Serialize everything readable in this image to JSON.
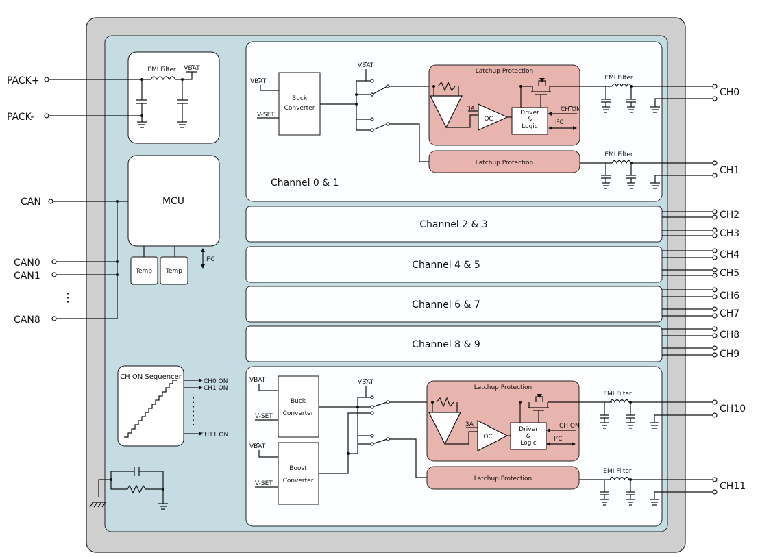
{
  "pins_left": {
    "pack_plus": "PACK+",
    "pack_minus": "PACK-",
    "can": "CAN",
    "can0": "CAN0",
    "can1": "CAN1",
    "can_dots": "⋮",
    "can8": "CAN8"
  },
  "pins_right": [
    "CH0",
    "CH1",
    "CH2",
    "CH3",
    "CH4",
    "CH5",
    "CH6",
    "CH7",
    "CH8",
    "CH9",
    "CH10",
    "CH11"
  ],
  "emi_filter": "EMI Filter",
  "vbat": "VBAT",
  "vset": "V-SET",
  "mcu": "MCU",
  "temp": "Temp",
  "i2c": "I²C",
  "buck_converter": [
    "Buck",
    "Converter"
  ],
  "boost_converter": [
    "Boost",
    "Converter"
  ],
  "latchup_protection": "Latchup Protection",
  "oc": "OC",
  "limit_3a": "3A",
  "driver_logic": [
    "Driver",
    "&",
    "Logic"
  ],
  "ch_on": "CH ON",
  "channel_panels": {
    "ch01": "Channel 0 & 1",
    "ch23": "Channel 2 & 3",
    "ch45": "Channel 4 & 5",
    "ch67": "Channel 6 & 7",
    "ch89": "Channel 8 & 9"
  },
  "sequencer": {
    "title": "CH ON Sequencer",
    "out0": "CH0 ON",
    "out1": "CH1 ON",
    "out11": "CH11 ON"
  },
  "colors": {
    "outer_case": "#cfcfcf",
    "board": "#c6dce3",
    "panel": "#fcfeff",
    "latchup": "#e8b4ae"
  }
}
